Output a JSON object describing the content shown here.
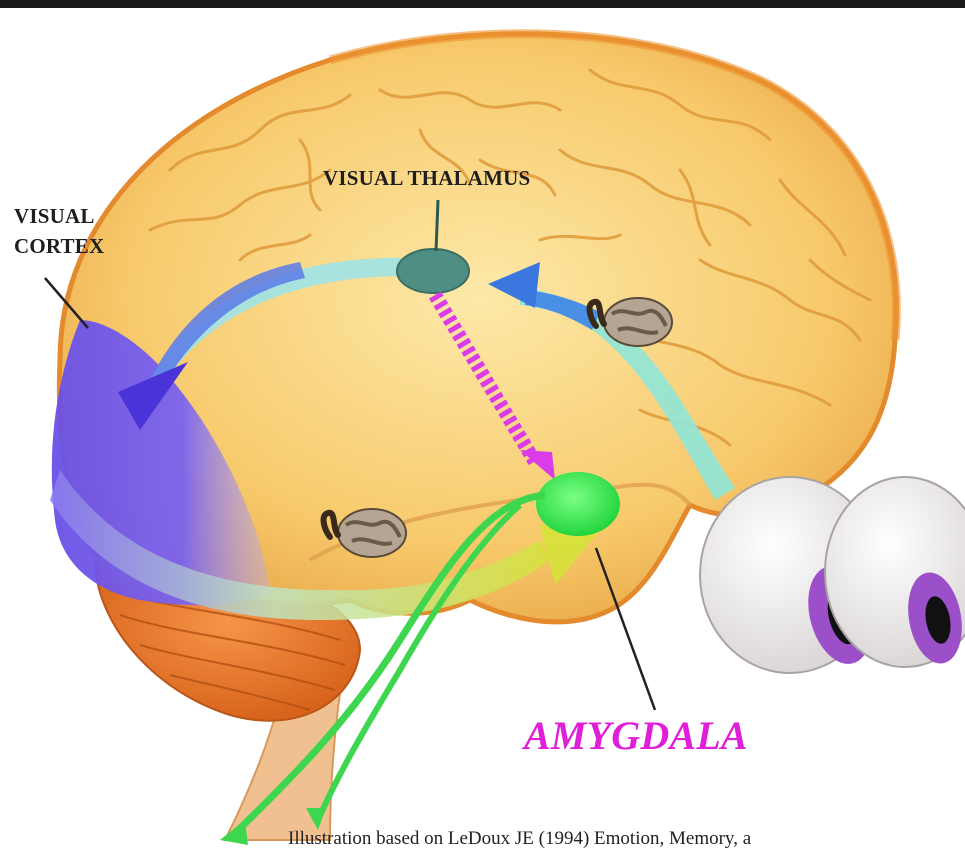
{
  "labels": {
    "visual_cortex_line1": "VISUAL",
    "visual_cortex_line2": "CORTEX",
    "visual_thalamus": "VISUAL THALAMUS",
    "amygdala": "AMYGDALA"
  },
  "caption": "Illustration based on LeDoux JE (1994) Emotion, Memory, a",
  "colors": {
    "brain": "#f7c96b",
    "brain_outline": "#e79a3a",
    "cerebellum": "#e8762a",
    "visual_cortex": "#6a50e6",
    "pathway_cyan": "#86e4e4",
    "thalamus": "#4f8e82",
    "amygdala": "#2ee84a",
    "direct_pathway": "#d93ce8",
    "amygdala_label": "#e020d8",
    "eye_iris": "#9b4fc9"
  },
  "icons": [
    "snake-icon",
    "eyeball-icon"
  ]
}
